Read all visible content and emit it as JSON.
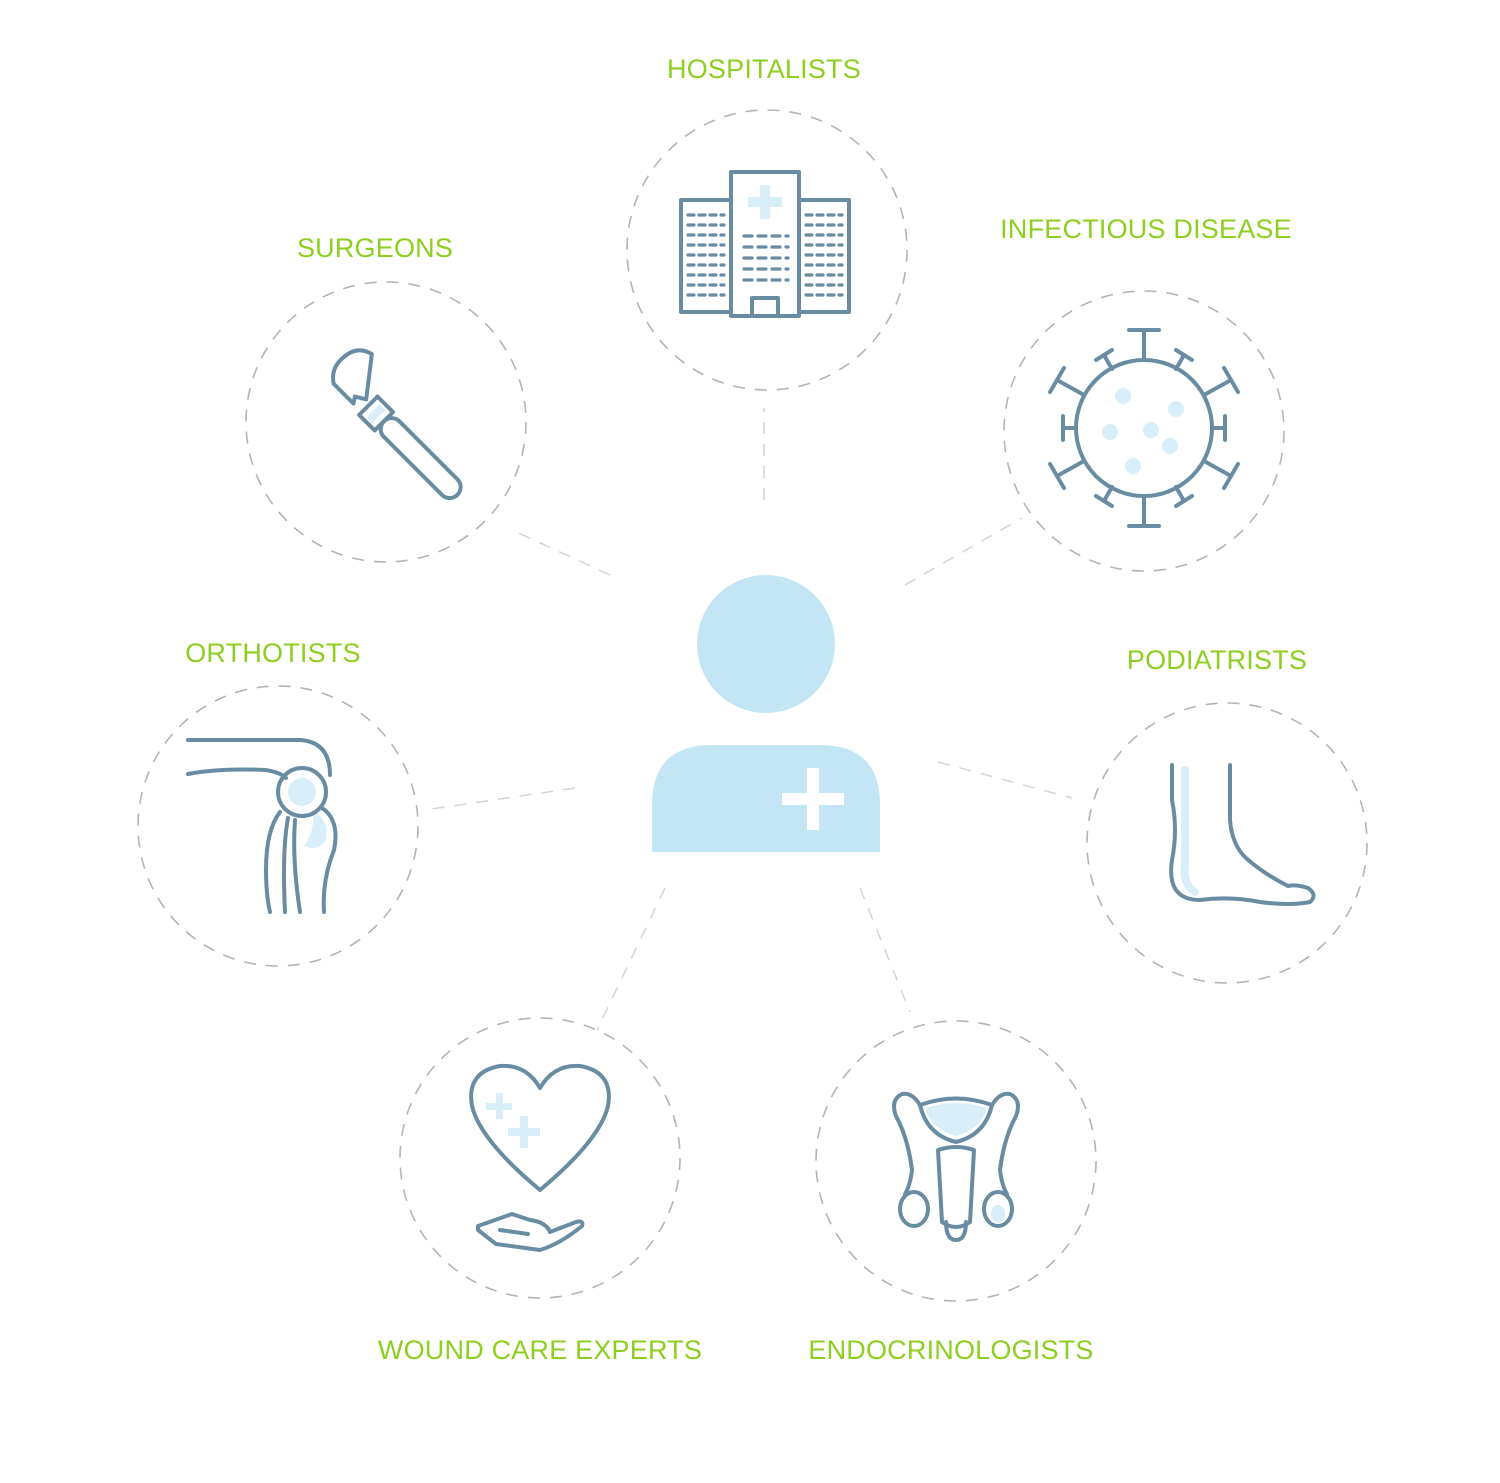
{
  "colors": {
    "label": "#8ccf1e",
    "icon_stroke": "#6a8ca3",
    "icon_fill_light": "#d8eef9",
    "person_fill": "#c3e6f7",
    "ring": "#b4b4b4",
    "connector": "#d4d4d4"
  },
  "center": {
    "icon": "doctor-person-icon"
  },
  "nodes": [
    {
      "id": "hospitalists",
      "label": "HOSPITALISTS",
      "icon": "hospital-building-icon"
    },
    {
      "id": "infectious-disease",
      "label": "INFECTIOUS DISEASE",
      "icon": "virus-icon"
    },
    {
      "id": "podiatrists",
      "label": "PODIATRISTS",
      "icon": "foot-icon"
    },
    {
      "id": "endocrinologists",
      "label": "ENDOCRINOLOGISTS",
      "icon": "pelvis-icon"
    },
    {
      "id": "wound-care-experts",
      "label": "WOUND CARE EXPERTS",
      "icon": "heart-in-hand-icon"
    },
    {
      "id": "orthotists",
      "label": "ORTHOTISTS",
      "icon": "knee-joint-icon"
    },
    {
      "id": "surgeons",
      "label": "SURGEONS",
      "icon": "scalpel-icon"
    }
  ]
}
